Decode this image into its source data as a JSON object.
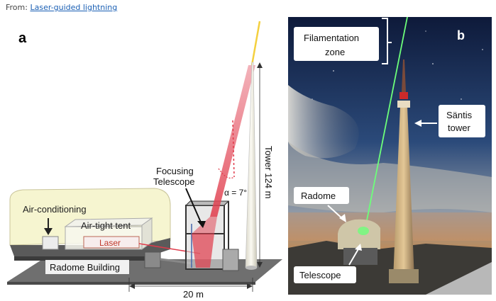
{
  "header": {
    "from_prefix": "From: ",
    "link_text": "Laser-guided lightning"
  },
  "panel_a": {
    "panel_letter": "a",
    "air_conditioning": "Air-conditioning",
    "air_tight_tent": "Air-tight tent",
    "laser": "Laser",
    "radome_building": "Radome Building",
    "focusing_telescope_1": "Focusing",
    "focusing_telescope_2": "Telescope",
    "alpha": "α = 7°",
    "tower_height": "Tower 124 m",
    "distance": "20 m"
  },
  "panel_b": {
    "panel_letter": "b",
    "filamentation_1": "Filamentation",
    "filamentation_2": "zone",
    "santis_1": "Säntis",
    "santis_2": "tower",
    "radome": "Radome",
    "telescope": "Telescope"
  },
  "colors": {
    "link": "#1a5fb4",
    "laser_beam": "#e03a4a",
    "green_beam": "#6dff7a",
    "sky": "#1b2a52"
  }
}
